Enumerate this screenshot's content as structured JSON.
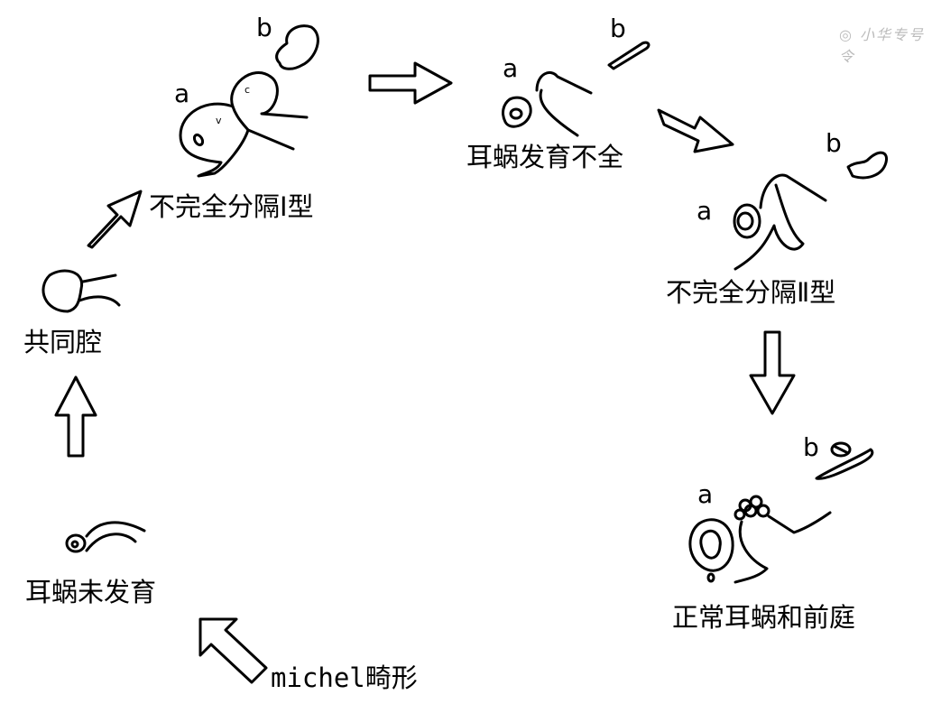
{
  "watermark": "小华专号令",
  "stages": [
    {
      "label": "michel畸形"
    },
    {
      "label": "耳蜗未发育"
    },
    {
      "label": "共同腔"
    },
    {
      "label": "不完全分隔Ⅰ型",
      "part_a": "a",
      "part_b": "b",
      "mark_c": "c",
      "mark_v": "v"
    },
    {
      "label": "耳蜗发育不全",
      "part_a": "a",
      "part_b": "b"
    },
    {
      "label": "不完全分隔Ⅱ型",
      "part_a": "a",
      "part_b": "b"
    },
    {
      "label": "正常耳蜗和前庭",
      "part_a": "a",
      "part_b": "b"
    }
  ]
}
